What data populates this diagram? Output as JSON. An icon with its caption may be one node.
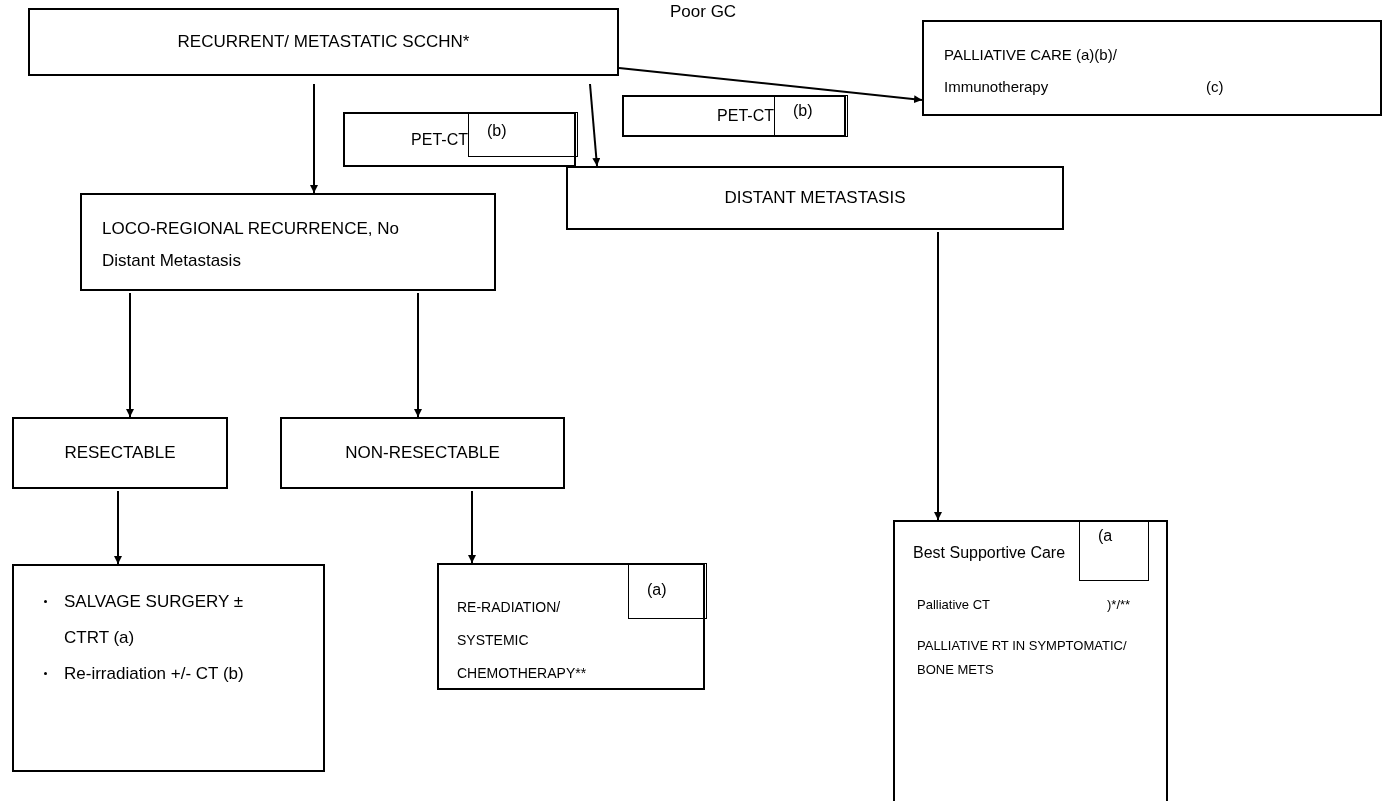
{
  "diagram": {
    "nodes": [
      {
        "text": [
          "RECURRENT/ METASTATIC SCCHN*"
        ]
      },
      {
        "text": [
          "PALLIATIVE CARE (a)(b)/",
          "Immunotherapy",
          "(c)"
        ]
      },
      {
        "text": [
          "PET-CT",
          "(b)"
        ]
      },
      {
        "text": [
          "PET-CT",
          "(b)"
        ]
      },
      {
        "text": [
          "DISTANT METASTASIS"
        ]
      },
      {
        "text": [
          "LOCO-REGIONAL RECURRENCE, No Distant Metastasis"
        ]
      },
      {
        "text": [
          "RESECTABLE"
        ]
      },
      {
        "text": [
          "NON-RESECTABLE"
        ]
      },
      {
        "text": [
          "SALVAGE SURGERY ± CTRT (a)",
          "Re-irradiation +/- CT (b)"
        ]
      },
      {
        "text": [
          "RE-RADIATION/ SYSTEMIC CHEMOTHERAPY**",
          "(a)"
        ]
      },
      {
        "text": [
          "Best Supportive Care",
          "(a",
          "Palliative CT",
          ")*/**",
          "PALLIATIVE RT IN SYMPTOMATIC/ BONE METS"
        ]
      }
    ],
    "edges": [
      {
        "from": 0,
        "to": 1,
        "arrow": "to",
        "label": "Poor GC"
      },
      {
        "from": 0,
        "to": 5,
        "arrow": "to"
      },
      {
        "from": 0,
        "to": 4,
        "arrow": "to"
      },
      {
        "from": 4,
        "to": 10,
        "arrow": "to"
      },
      {
        "from": 5,
        "to": 6,
        "arrow": "to"
      },
      {
        "from": 5,
        "to": 7,
        "arrow": "to"
      },
      {
        "from": 6,
        "to": 8,
        "arrow": "to"
      },
      {
        "from": 7,
        "to": 9,
        "arrow": "to"
      }
    ]
  }
}
